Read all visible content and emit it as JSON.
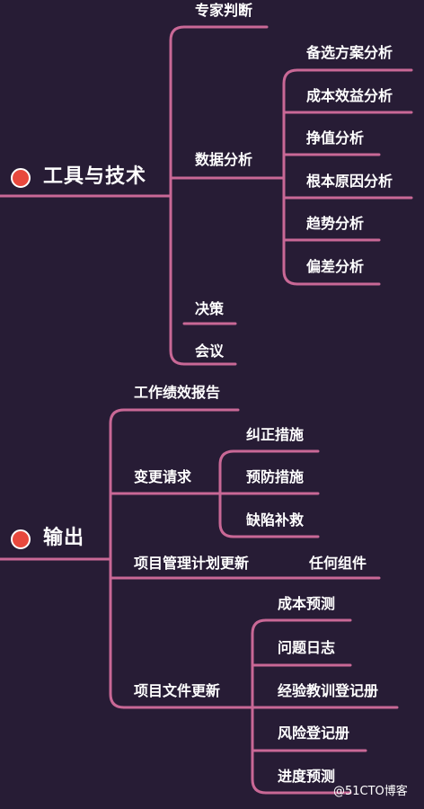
{
  "line_color": "#c96896",
  "dot_color": "#e8483d",
  "background_color": "#271c35",
  "tools": {
    "title": "工具与技术",
    "expert": "专家判断",
    "data_analysis": "数据分析",
    "da_items": [
      "备选方案分析",
      "成本效益分析",
      "挣值分析",
      "根本原因分析",
      "趋势分析",
      "偏差分析"
    ],
    "decision": "决策",
    "meeting": "会议"
  },
  "outputs": {
    "title": "输出",
    "work_report": "工作绩效报告",
    "change_request": "变更请求",
    "cr_items": [
      "纠正措施",
      "预防措施",
      "缺陷补救"
    ],
    "pm_plan": "项目管理计划更新",
    "pm_plan_item": "任何组件",
    "doc_update": "项目文件更新",
    "doc_items": [
      "成本预测",
      "问题日志",
      "经验教训登记册",
      "风险登记册",
      "进度预测"
    ]
  },
  "watermark": "@51CTO博客"
}
